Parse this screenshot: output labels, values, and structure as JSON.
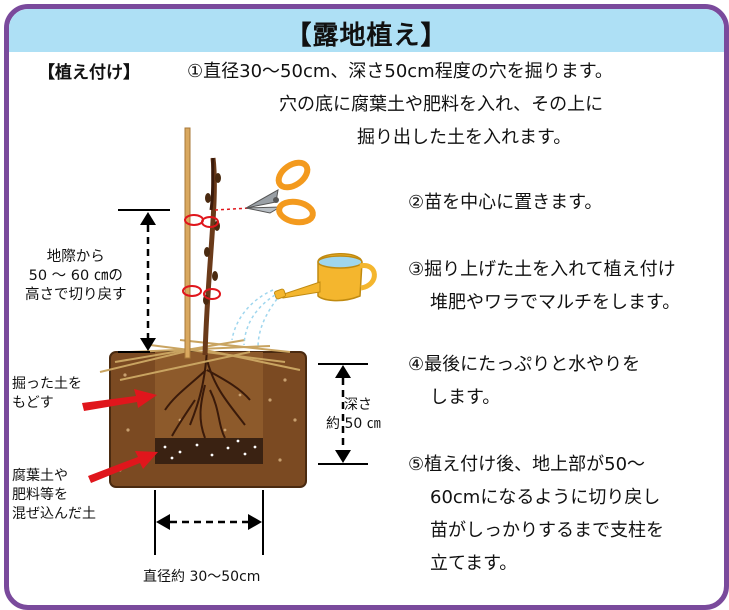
{
  "title": "【露地植え】",
  "section_tag": "【植え付け】",
  "steps": {
    "s1": [
      "①直径30～50cm、深さ50cm程度の穴を掘ります。",
      "穴の底に腐葉土や肥料を入れ、その上に",
      "掘り出した土を入れます。"
    ],
    "s2": [
      "②苗を中心に置きます。"
    ],
    "s3": [
      "③掘り上げた土を入れて植え付け",
      "堆肥やワラでマルチをします。"
    ],
    "s4": [
      "④最後にたっぷりと水やりを",
      "します。"
    ],
    "s5": [
      "⑤植え付け後、地上部が50～",
      "60cmになるように切り戻し",
      "苗がしっかりするまで支柱を",
      "立てます。"
    ]
  },
  "labels": {
    "height": [
      "地際から",
      "50 ～ 60 ㎝の",
      "高さで切り戻す"
    ],
    "refill": [
      "掘った土を",
      "もどす"
    ],
    "compost": [
      "腐葉土や",
      "肥料等を",
      "混ぜ込んだ土"
    ],
    "depth": [
      "深さ",
      "約 50 ㎝"
    ],
    "width": "直径約 30～50cm"
  },
  "icons": [
    "scissors-icon",
    "watering-can-icon",
    "arrow-icon"
  ],
  "colors": {
    "frame": "#7a4a9c",
    "title_bg": "#aee0f5",
    "soil": "#7b4a22",
    "scissors": "#f39a1e",
    "watering_can": "#f4b62e",
    "arrow": "#e0161c",
    "stake": "#d9a85f"
  }
}
